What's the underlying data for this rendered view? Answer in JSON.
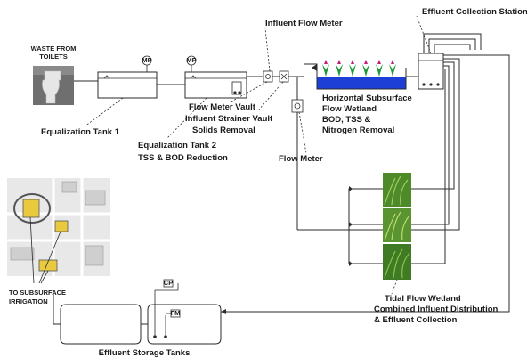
{
  "labels": {
    "waste_line1": "WASTE FROM",
    "waste_line2": "TOILETS",
    "eq_tank1": "Equalization Tank 1",
    "eq_tank2_line1": "Equalization Tank 2",
    "eq_tank2_line2": "TSS & BOD Reduction",
    "flow_meter_vault": "Flow Meter Vault",
    "influent_strainer_vault": "Influent Strainer Vault",
    "solids_removal": "Solids Removal",
    "influent_flow_meter": "Influent Flow Meter",
    "flow_meter": "Flow Meter",
    "effluent_collection_station": "Effluent Collection Station",
    "hssf_line1": "Horizontal Subsurface",
    "hssf_line2": "Flow Wetland",
    "hssf_line3": "BOD, TSS &",
    "hssf_line4": "Nitrogen Removal",
    "tidal_line1": "Tidal Flow Wetland",
    "tidal_line2": "Combined Influent Distribution",
    "tidal_line3": "& Effluent Collection",
    "subsurface_line1": "TO SUBSURFACE",
    "subsurface_line2": "IRRIGATION",
    "storage_tanks": "Effluent Storage Tanks",
    "sensor_tag": "MP",
    "panel_tag1": "CP",
    "panel_tag2": "FM"
  },
  "colors": {
    "line": "#2b2b2b",
    "water": "#1e3fd6",
    "plant_green": "#1f9a3a",
    "plant_magenta": "#c0207a",
    "map_yellow": "#e9c93d",
    "photo_green": "#4f8a2a"
  }
}
